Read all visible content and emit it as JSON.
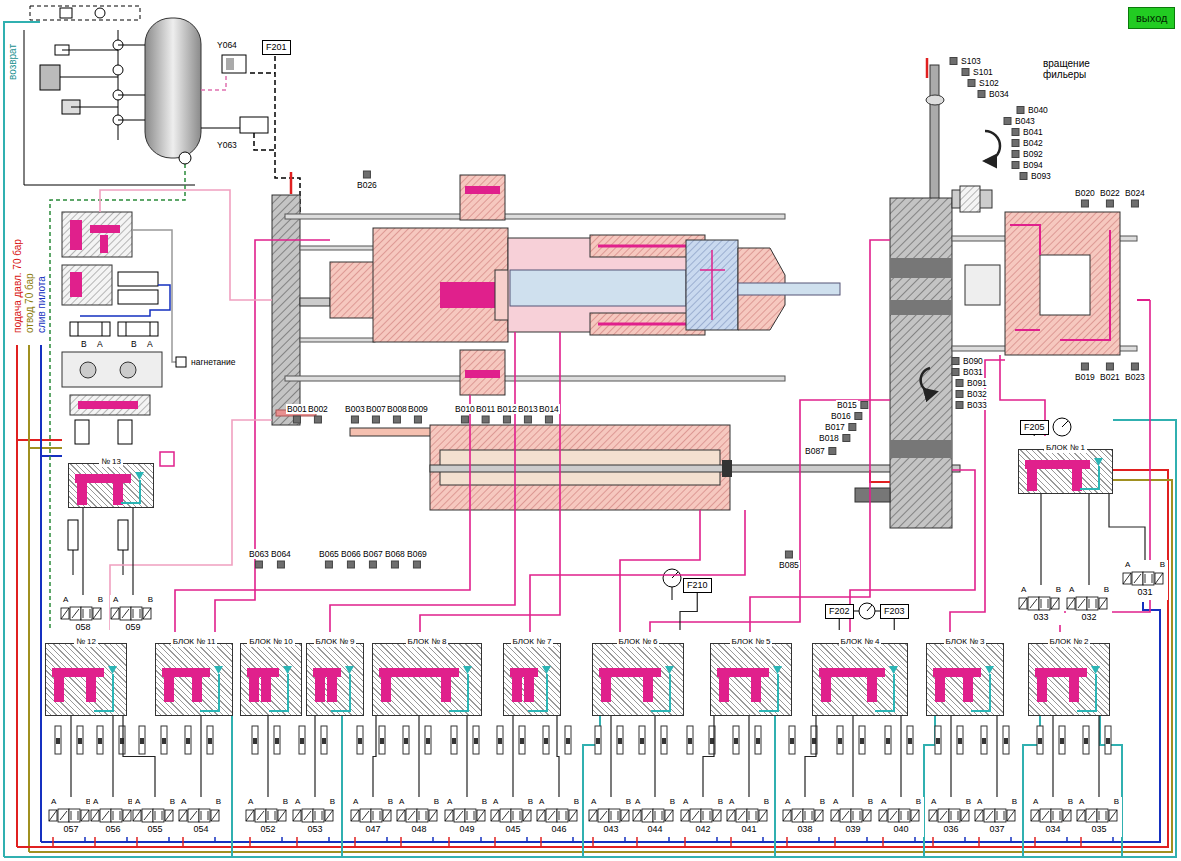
{
  "diagram": {
    "nodes": [
      {
        "text": [
          "выход"
        ]
      },
      {
        "text": [
          "F201"
        ]
      },
      {
        "text": [
          "F205"
        ]
      },
      {
        "text": [
          "БЛОК № 1"
        ]
      },
      {
        "text": [
          "№ 13"
        ]
      },
      {
        "text": [
          "F210"
        ]
      },
      {
        "text": [
          "F202"
        ]
      },
      {
        "text": [
          "F203"
        ]
      },
      {
        "text": [
          "№ 12"
        ]
      },
      {
        "text": [
          "БЛОК № 11"
        ]
      },
      {
        "text": [
          "БЛОК № 10"
        ]
      },
      {
        "text": [
          "БЛОК № 9"
        ]
      },
      {
        "text": [
          "БЛОК № 8"
        ]
      },
      {
        "text": [
          "БЛОК № 7"
        ]
      },
      {
        "text": [
          "БЛОК № 6"
        ]
      },
      {
        "text": [
          "БЛОК № 5"
        ]
      },
      {
        "text": [
          "БЛОК № 4"
        ]
      },
      {
        "text": [
          "БЛОК № 3"
        ]
      },
      {
        "text": [
          "БЛОК № 2"
        ]
      },
      {
        "text": [
          "A",
          "B",
          "031"
        ]
      },
      {
        "text": [
          "A",
          "B",
          "058"
        ]
      },
      {
        "text": [
          "A",
          "B",
          "059"
        ]
      },
      {
        "text": [
          "A",
          "B",
          "033"
        ]
      },
      {
        "text": [
          "A",
          "B",
          "032"
        ]
      },
      {
        "text": [
          "A",
          "B",
          "057"
        ]
      },
      {
        "text": [
          "A",
          "B",
          "056"
        ]
      },
      {
        "text": [
          "A",
          "B",
          "055"
        ]
      },
      {
        "text": [
          "A",
          "B",
          "054"
        ]
      },
      {
        "text": [
          "A",
          "B",
          "052"
        ]
      },
      {
        "text": [
          "A",
          "B",
          "053"
        ]
      },
      {
        "text": [
          "A",
          "B",
          "047"
        ]
      },
      {
        "text": [
          "A",
          "B",
          "048"
        ]
      },
      {
        "text": [
          "A",
          "B",
          "049"
        ]
      },
      {
        "text": [
          "A",
          "B",
          "045"
        ]
      },
      {
        "text": [
          "A",
          "B",
          "046"
        ]
      },
      {
        "text": [
          "A",
          "B",
          "043"
        ]
      },
      {
        "text": [
          "A",
          "B",
          "044"
        ]
      },
      {
        "text": [
          "A",
          "B",
          "042"
        ]
      },
      {
        "text": [
          "A",
          "B",
          "041"
        ]
      },
      {
        "text": [
          "A",
          "B",
          "038"
        ]
      },
      {
        "text": [
          "A",
          "B",
          "039"
        ]
      },
      {
        "text": [
          "A",
          "B",
          "040"
        ]
      },
      {
        "text": [
          "A",
          "B",
          "036"
        ]
      },
      {
        "text": [
          "A",
          "B",
          "037"
        ]
      },
      {
        "text": [
          "A",
          "B",
          "034"
        ]
      },
      {
        "text": [
          "A",
          "B",
          "035"
        ]
      }
    ],
    "edges": [
      {
        "from": 20,
        "to": 4,
        "arrow": "none"
      },
      {
        "from": 21,
        "to": 4,
        "arrow": "none"
      },
      {
        "from": 22,
        "to": 3,
        "arrow": "none"
      },
      {
        "from": 23,
        "to": 3,
        "arrow": "none"
      },
      {
        "from": 19,
        "to": 3,
        "arrow": "none"
      },
      {
        "from": 24,
        "to": 8,
        "arrow": "none"
      },
      {
        "from": 25,
        "to": 8,
        "arrow": "none"
      },
      {
        "from": 26,
        "to": 8,
        "arrow": "none"
      },
      {
        "from": 27,
        "to": 9,
        "arrow": "none"
      },
      {
        "from": 28,
        "to": 10,
        "arrow": "none"
      },
      {
        "from": 29,
        "to": 11,
        "arrow": "none"
      },
      {
        "from": 30,
        "to": 12,
        "arrow": "none"
      },
      {
        "from": 31,
        "to": 12,
        "arrow": "none"
      },
      {
        "from": 32,
        "to": 12,
        "arrow": "none"
      },
      {
        "from": 33,
        "to": 13,
        "arrow": "none"
      },
      {
        "from": 34,
        "to": 13,
        "arrow": "none"
      },
      {
        "from": 35,
        "to": 14,
        "arrow": "none"
      },
      {
        "from": 36,
        "to": 14,
        "arrow": "none"
      },
      {
        "from": 37,
        "to": 15,
        "arrow": "none"
      },
      {
        "from": 38,
        "to": 15,
        "arrow": "none"
      },
      {
        "from": 39,
        "to": 16,
        "arrow": "none"
      },
      {
        "from": 40,
        "to": 16,
        "arrow": "none"
      },
      {
        "from": 41,
        "to": 16,
        "arrow": "none"
      },
      {
        "from": 42,
        "to": 17,
        "arrow": "none"
      },
      {
        "from": 43,
        "to": 17,
        "arrow": "none"
      },
      {
        "from": 44,
        "to": 18,
        "arrow": "none"
      },
      {
        "from": 45,
        "to": 18,
        "arrow": "none"
      },
      {
        "from": 5,
        "to": 14,
        "arrow": "none"
      },
      {
        "from": 6,
        "to": 16,
        "arrow": "none"
      },
      {
        "from": 7,
        "to": 16,
        "arrow": "none"
      },
      {
        "from": 2,
        "to": 3,
        "arrow": "none"
      }
    ],
    "labels": [
      "Y064",
      "Y063",
      "возврат",
      "подача давл. 70 бар",
      "отвод 70 бар",
      "слив пилота",
      "нагнетание",
      "B026",
      "B001",
      "B002",
      "B003",
      "B007",
      "B008",
      "B009",
      "B010",
      "B011",
      "B012",
      "B013",
      "B014",
      "B063",
      "B064",
      "B065",
      "B066",
      "B067",
      "B068",
      "B069",
      "S103",
      "S101",
      "S102",
      "B034",
      "вращение фильеры",
      "B040",
      "B043",
      "B041",
      "B042",
      "B092",
      "B094",
      "B093",
      "B020",
      "B022",
      "B024",
      "B019",
      "B021",
      "B023",
      "B090",
      "B031",
      "B091",
      "B032",
      "B033",
      "B015",
      "B016",
      "B017",
      "B018",
      "B087",
      "B085",
      "B",
      "A",
      "B",
      "A"
    ]
  }
}
